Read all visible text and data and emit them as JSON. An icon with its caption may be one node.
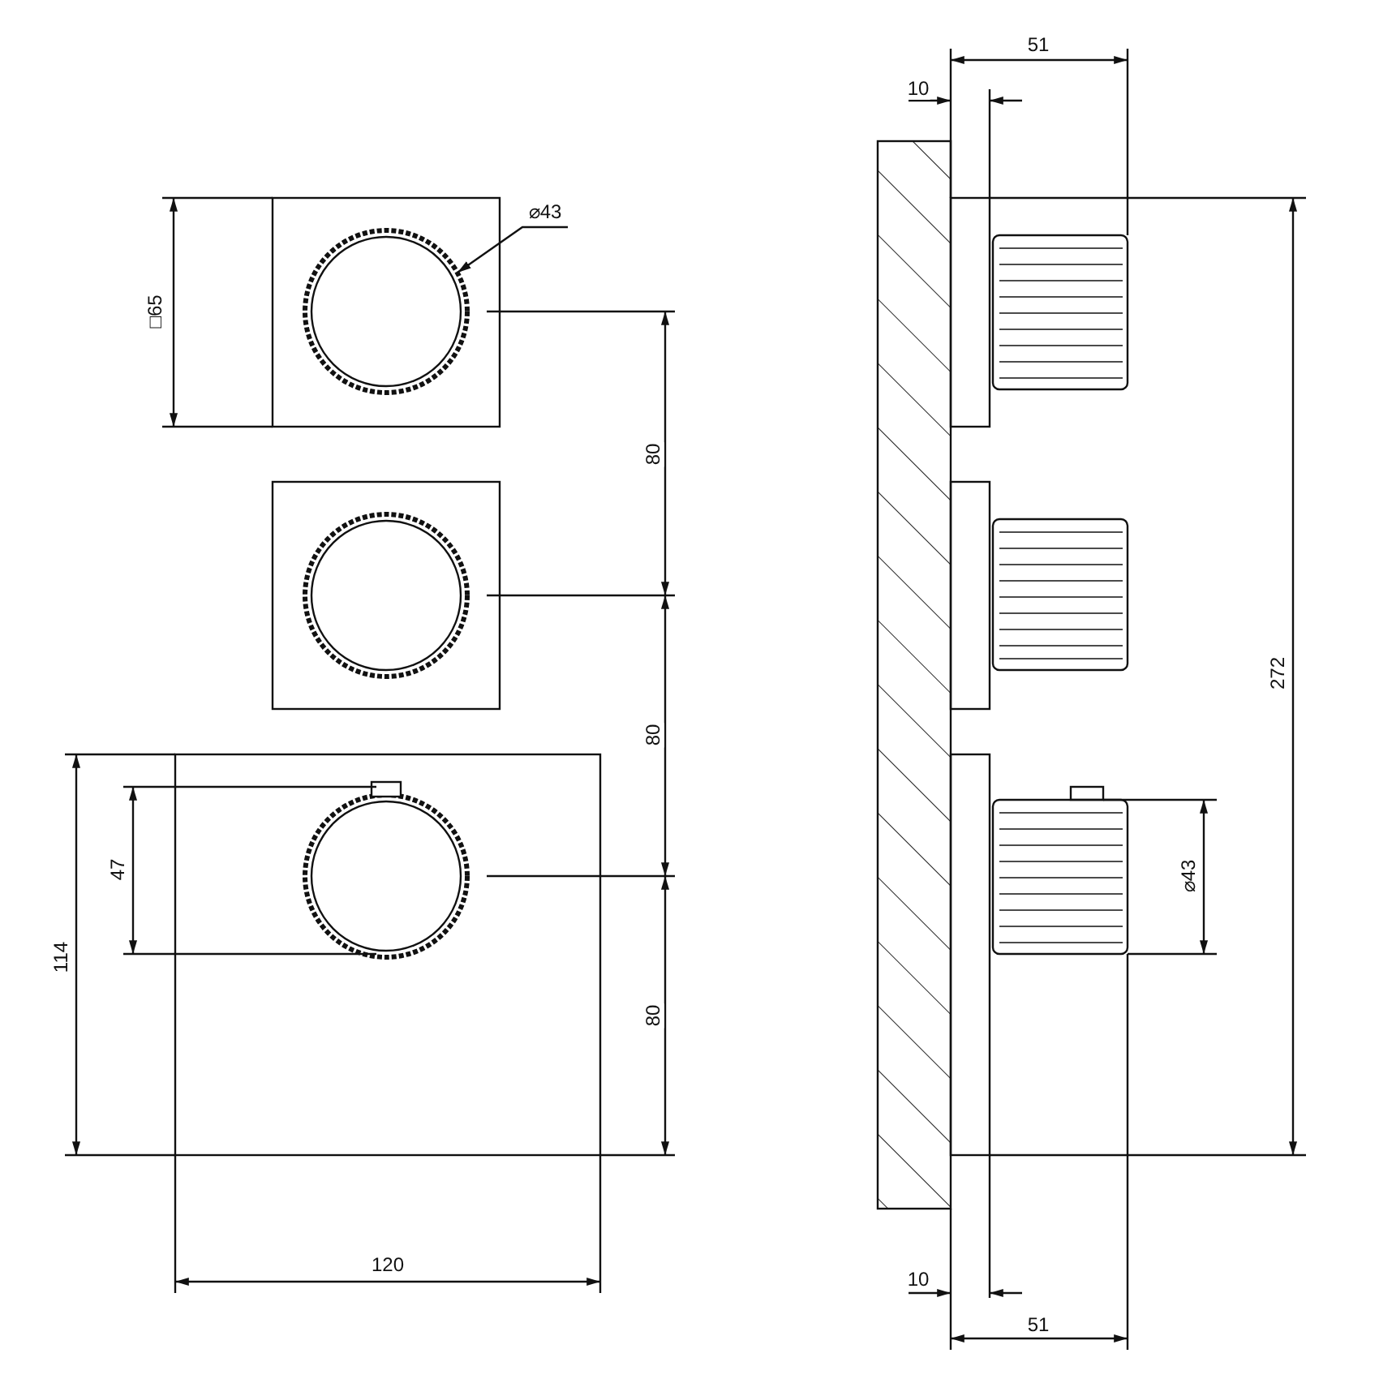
{
  "diagram": {
    "nodes": [
      {
        "text": [
          "⌀43"
        ]
      },
      {
        "text": [],
        "shape": "circle"
      }
    ],
    "edges": [
      {
        "from": 0,
        "to": 1,
        "arrow": "to"
      }
    ],
    "labels": [
      "51",
      "10",
      "□65",
      "80",
      "80",
      "272",
      "⌀43",
      "47",
      "114",
      "80",
      "120",
      "10",
      "51"
    ]
  }
}
